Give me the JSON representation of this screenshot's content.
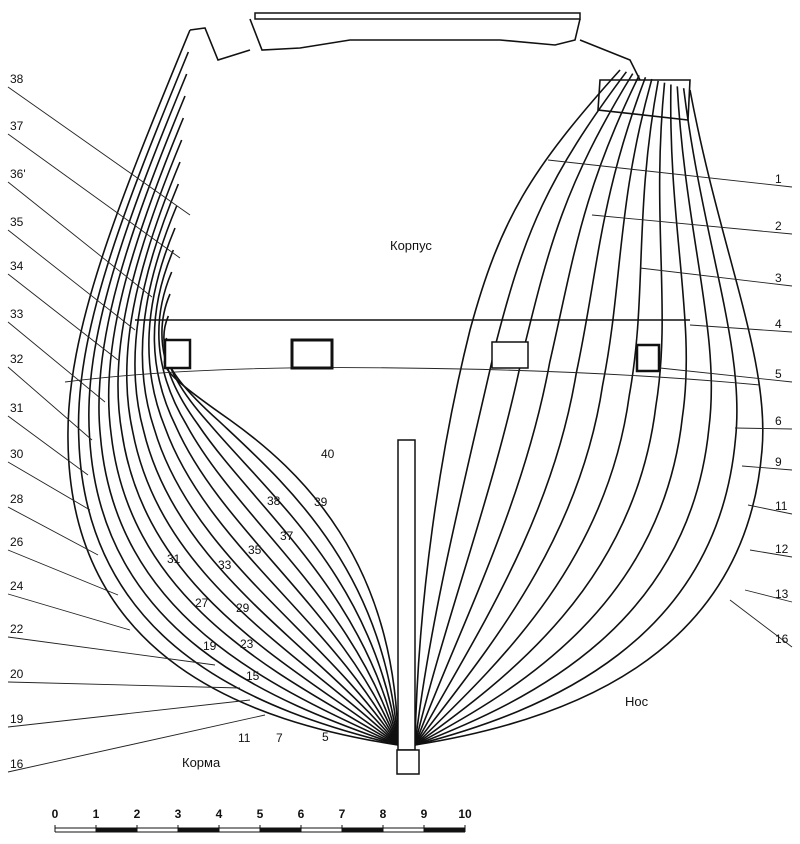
{
  "texts": {
    "hull": "Корпус",
    "bow": "Нос",
    "stern": "Корма"
  },
  "left_labels": [
    "38",
    "37",
    "36'",
    "35",
    "34",
    "33",
    "32",
    "31",
    "30",
    "28",
    "26",
    "24",
    "22",
    "20",
    "19",
    "16"
  ],
  "right_labels": [
    "1",
    "2",
    "3",
    "4",
    "5",
    "6",
    "9",
    "11",
    "12",
    "13",
    "16"
  ],
  "inner_labels": [
    "40",
    "38",
    "39",
    "37",
    "35",
    "33",
    "31",
    "27",
    "29",
    "19",
    "23",
    "15",
    "11",
    "7",
    "5"
  ],
  "scale": {
    "ticks": [
      "0",
      "1",
      "2",
      "3",
      "4",
      "5",
      "6",
      "7",
      "8",
      "9",
      "10"
    ]
  }
}
